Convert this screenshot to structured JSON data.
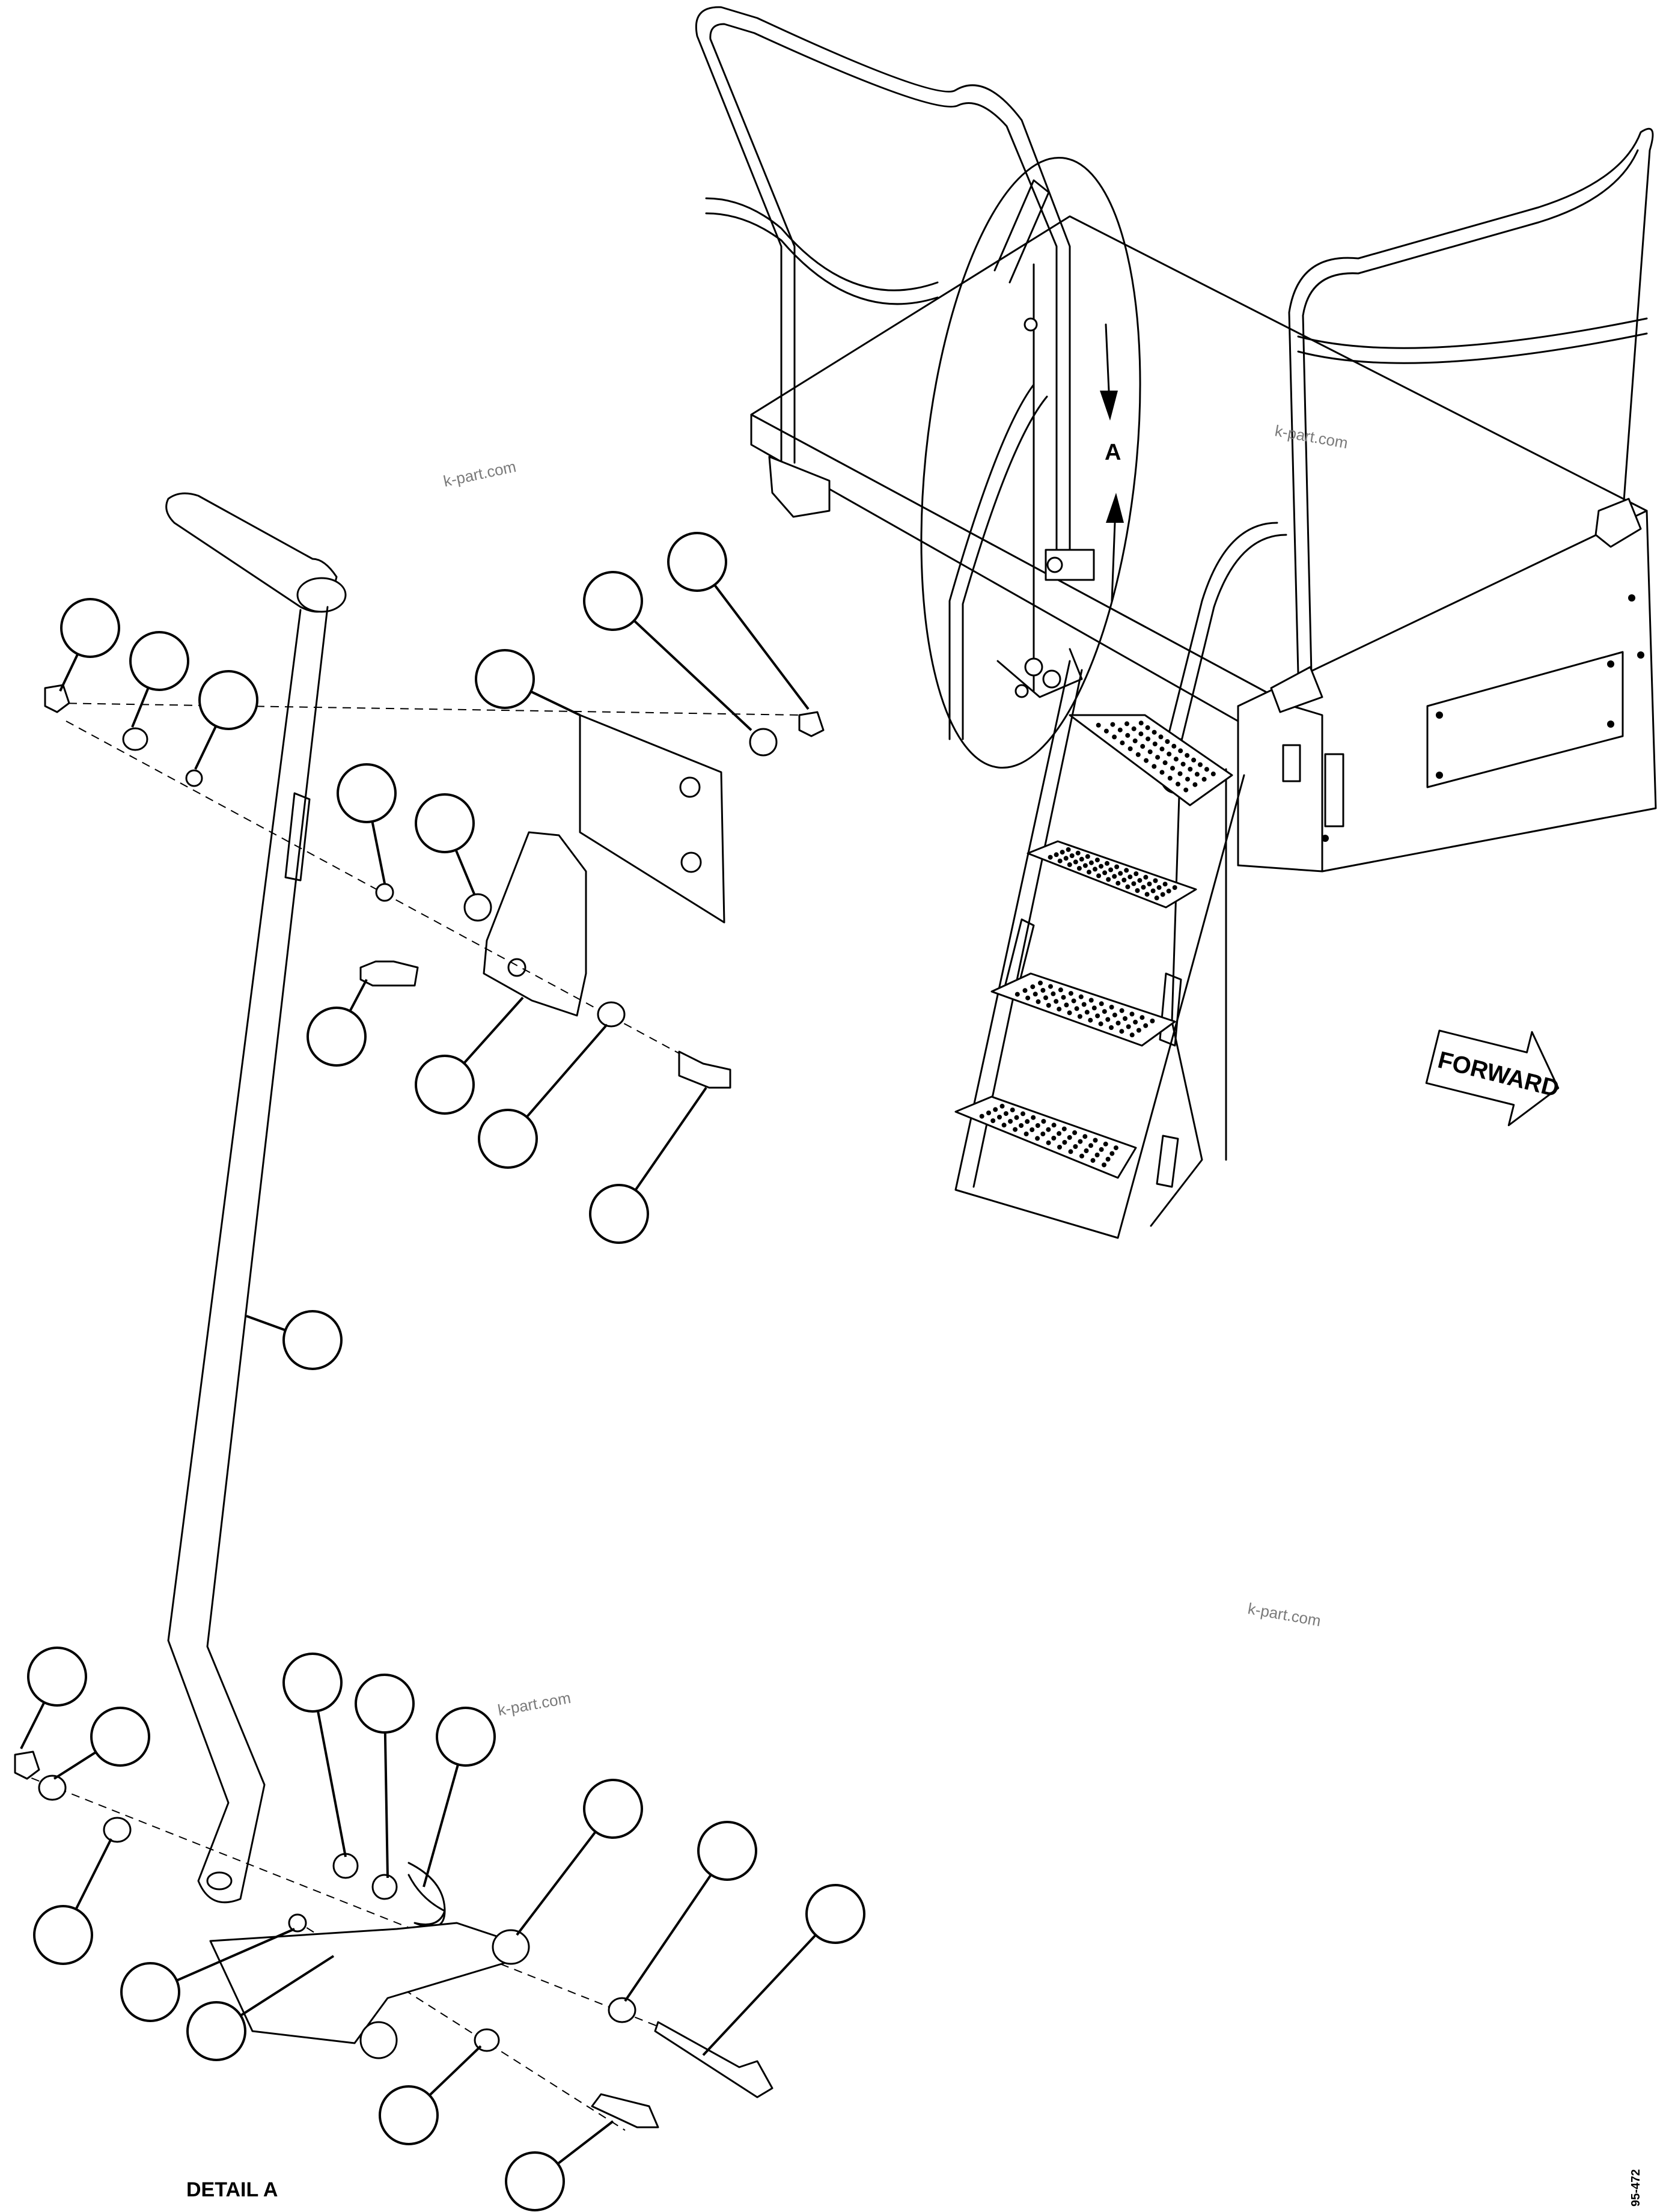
{
  "labels": {
    "forward": "FORWARD",
    "detail_arrow": "A",
    "detail_title": "DETAIL A",
    "drawing_number": "95-472"
  },
  "watermarks": [
    "k-part.com",
    "k-part.com",
    "k-part.com",
    "k-part.com"
  ],
  "callouts_count": 28,
  "icons": {
    "forward": "forward-arrow-icon",
    "detail": "detail-ellipse-icon"
  }
}
